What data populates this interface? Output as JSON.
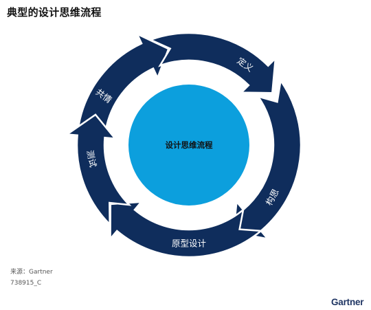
{
  "title": "典型的设计思维流程",
  "center_label": "设计思维流程",
  "stages": [
    {
      "label": "共情"
    },
    {
      "label": "定义"
    },
    {
      "label": "构思"
    },
    {
      "label": "原型设计"
    },
    {
      "label": "测试"
    }
  ],
  "colors": {
    "arrow": "#0f2d5c",
    "center": "#0c9fdd",
    "logo": "#1f3563"
  },
  "source": {
    "line1": "来源：Gartner",
    "line2": "738915_C"
  },
  "logo": "Gartner"
}
